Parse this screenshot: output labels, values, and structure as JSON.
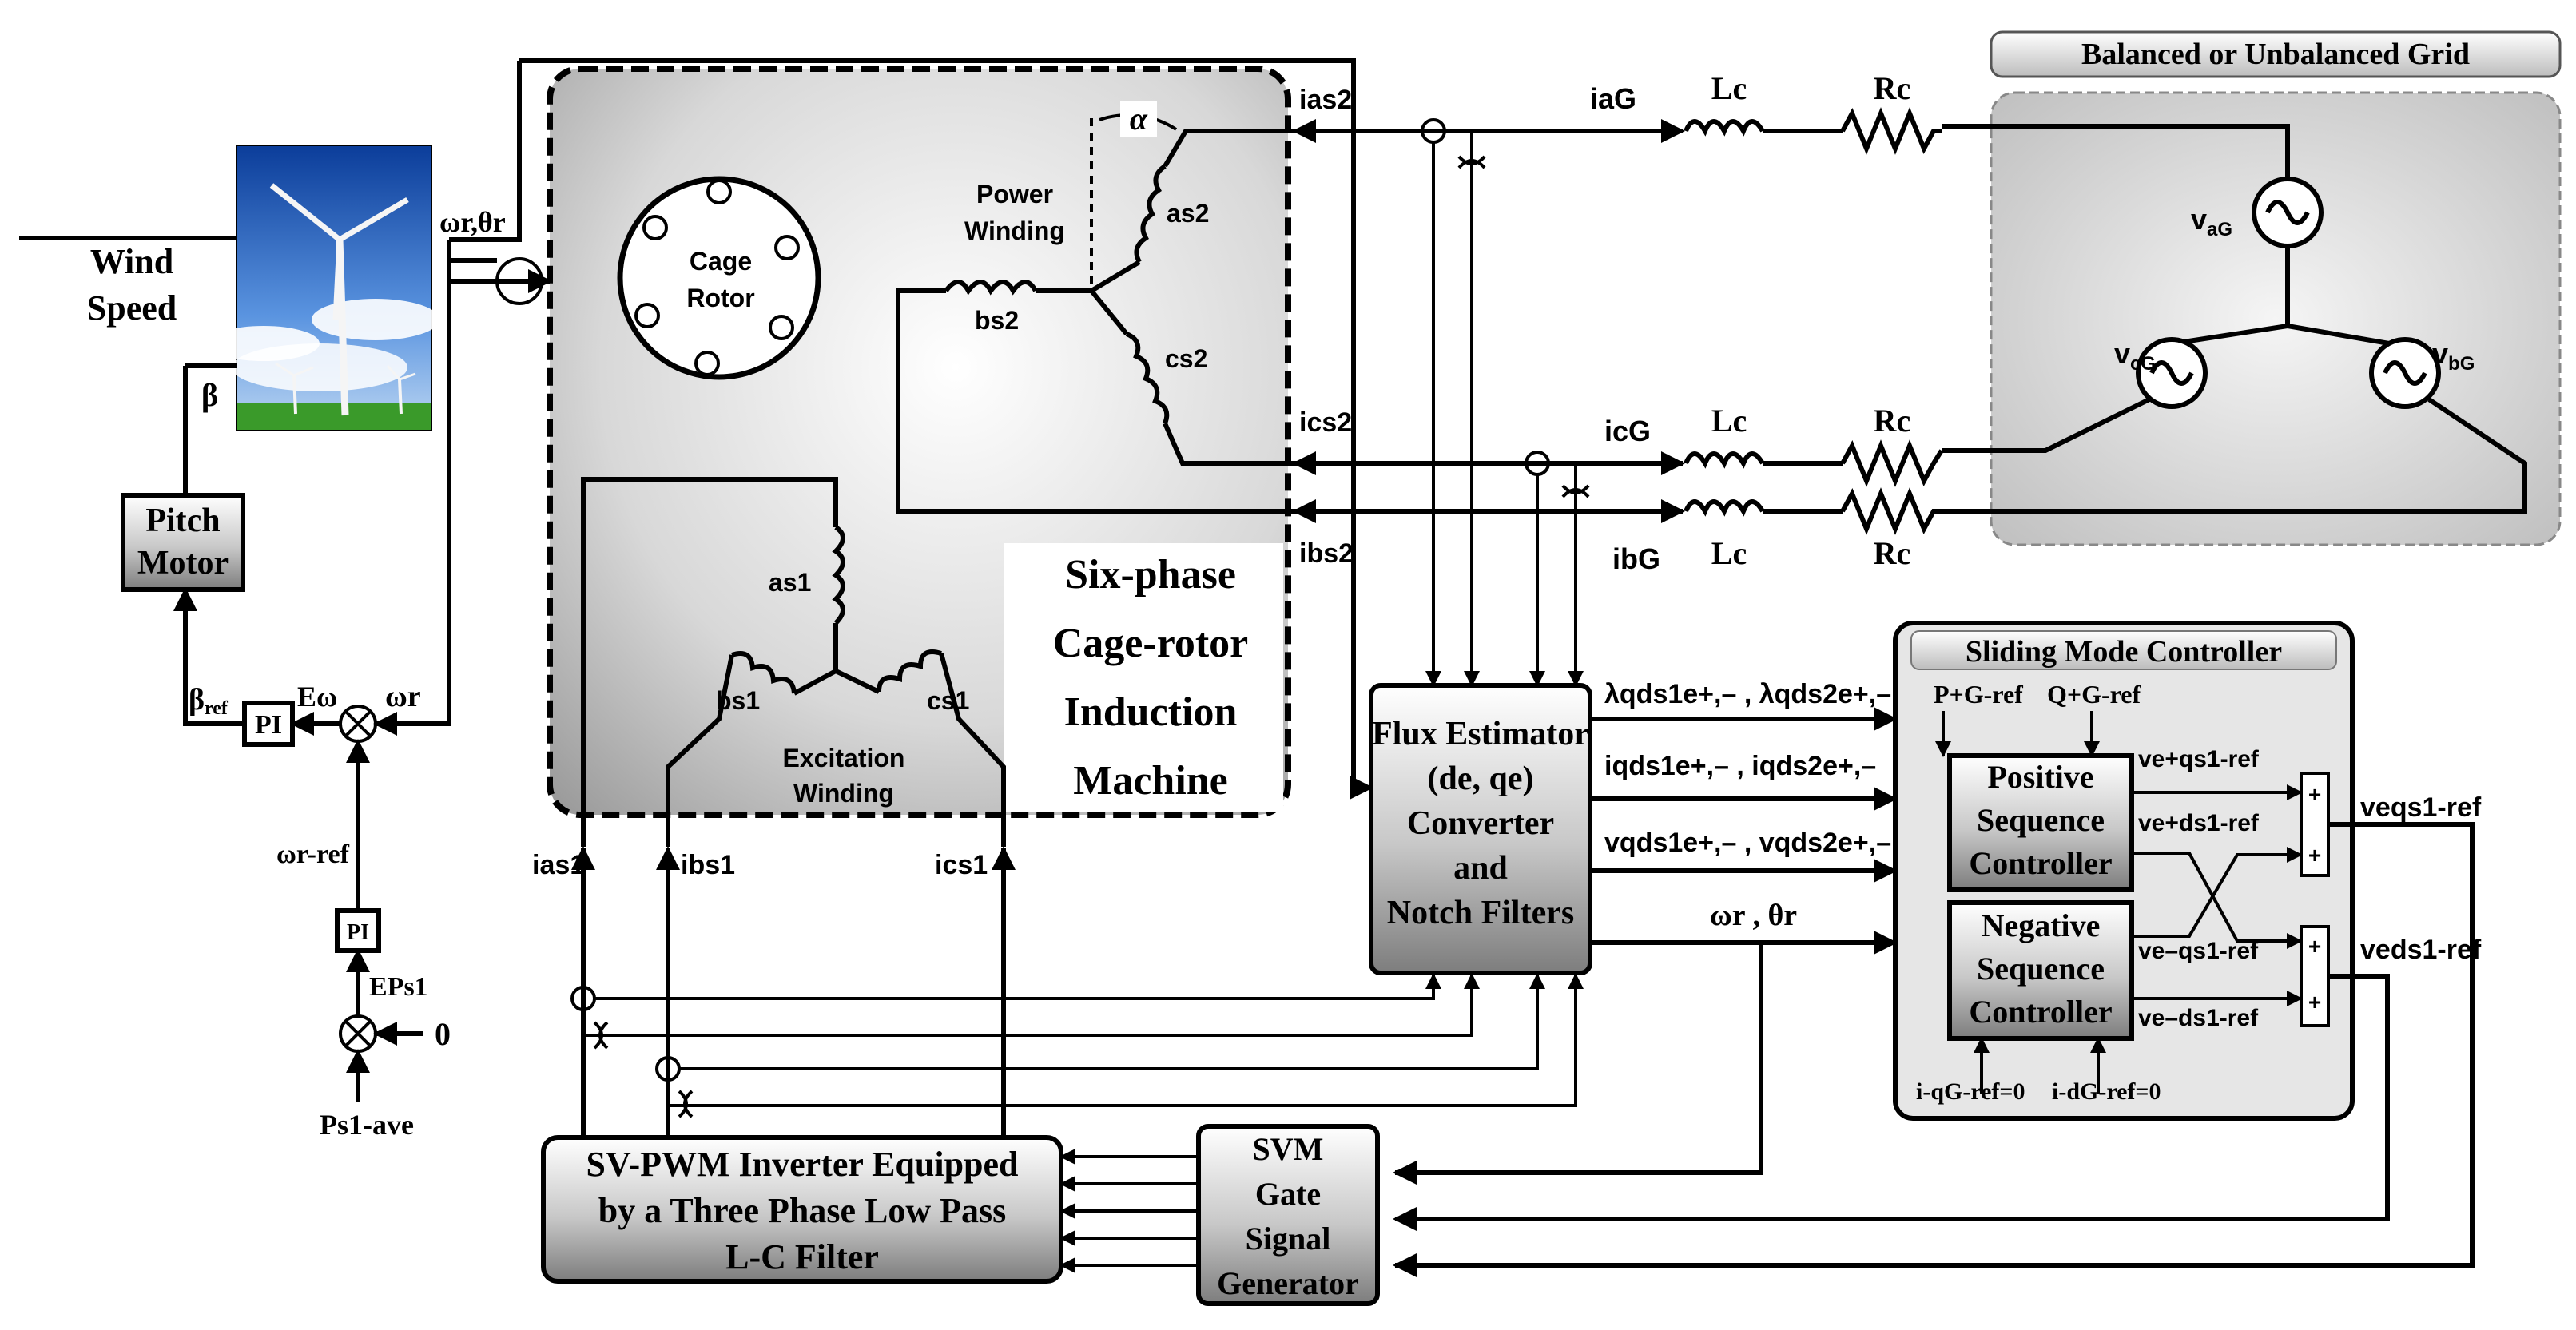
{
  "grid": {
    "title": "Balanced or Unbalanced Grid",
    "v_a": "v",
    "v_a_sub": "aG",
    "v_b": "v",
    "v_b_sub": "bG",
    "v_c": "v",
    "v_c_sub": "cG"
  },
  "wind": {
    "line1": "Wind",
    "line2": "Speed",
    "beta": "β"
  },
  "pitch": {
    "line1": "Pitch",
    "line2": "Motor",
    "beta_ref": "β",
    "beta_ref_sub": "ref"
  },
  "speed_loop": {
    "omega_theta": "ωr,θr",
    "pi_top": "PI",
    "e_omega": "Eω",
    "omega_r": "ωr",
    "omega_ref": "ωr-ref",
    "pi_bottom": "PI",
    "e_ps1": "EPs1",
    "zero": "0",
    "ps1_ave": "Ps1-ave"
  },
  "machine": {
    "title": [
      "Six-phase",
      "Cage-rotor",
      "Induction",
      "Machine"
    ],
    "cage_rotor": [
      "Cage",
      "Rotor"
    ],
    "power_winding": [
      "Power",
      "Winding"
    ],
    "excitation_winding": [
      "Excitation",
      "Winding"
    ],
    "alpha": "α",
    "coils": {
      "as2": "as2",
      "bs2": "bs2",
      "cs2": "cs2",
      "as1": "as1",
      "bs1": "bs1",
      "cs1": "cs1"
    }
  },
  "currents": {
    "ias2": "ias2",
    "ics2": "ics2",
    "ibs2": "ibs2",
    "iaG": "iaG",
    "icG": "icG",
    "ibG": "ibG",
    "ias1": "ias1",
    "ibs1": "ibs1",
    "ics1": "ics1"
  },
  "line_elements": {
    "Lc": "Lc",
    "Rc": "Rc"
  },
  "flux_estimator": {
    "lines": [
      "Flux Estimator",
      "(de, qe)",
      "Converter",
      "and",
      "Notch Filters"
    ]
  },
  "signals": {
    "lambda": "λqds1e+,– , λqds2e+,–",
    "current": "iqds1e+,– , iqds2e+,–",
    "voltage": "vqds1e+,– , vqds2e+,–",
    "omega_theta": "ωr , θr"
  },
  "smc": {
    "title": "Sliding Mode Controller",
    "p_ref": "P+G-ref",
    "q_ref": "Q+G-ref",
    "positive": [
      "Positive",
      "Sequence",
      "Controller"
    ],
    "negative": [
      "Negative",
      "Sequence",
      "Controller"
    ],
    "vqs1_pos": "ve+qs1-ref",
    "vds1_pos": "ve+ds1-ref",
    "vqs1_neg": "ve–qs1-ref",
    "vds1_neg": "ve–ds1-ref",
    "iq_ref": "i-qG-ref=0",
    "id_ref": "i-dG-ref=0",
    "plus": "+",
    "out_q": "veqs1-ref",
    "out_d": "veds1-ref"
  },
  "inverter": {
    "lines": [
      "SV-PWM Inverter Equipped",
      "by a Three Phase Low Pass",
      "L-C Filter"
    ]
  },
  "svm": {
    "lines": [
      "SVM",
      "Gate",
      "Signal",
      "Generator"
    ]
  },
  "colors": {
    "box_dark": "#8a8a8a",
    "box_light": "#f2f2f2",
    "grid_bg": "#cfcfcf",
    "smc_bg": "#e6e6e6"
  }
}
